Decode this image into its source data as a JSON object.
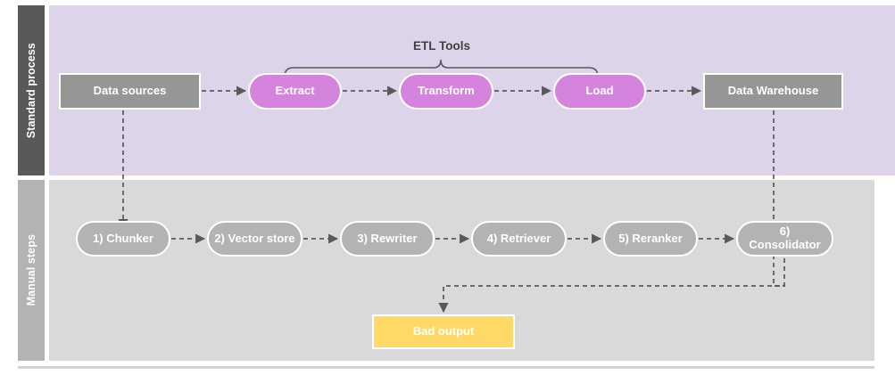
{
  "diagram": {
    "title_visible": false,
    "lanes": [
      {
        "id": "standard-process",
        "label": "Standard process",
        "band_color": "#595959",
        "body_color": "#ddd4ea"
      },
      {
        "id": "manual-steps",
        "label": "Manual steps",
        "band_color": "#b3b3b3",
        "body_color": "#d9d9d9"
      }
    ],
    "bracket": {
      "label": "ETL Tools",
      "covers": [
        "Extract",
        "Transform",
        "Load"
      ]
    },
    "top_row": [
      {
        "id": "data-sources",
        "label": "Data sources",
        "shape": "rect",
        "color": "#969696"
      },
      {
        "id": "extract",
        "label": "Extract",
        "shape": "pill",
        "color": "#d484dc"
      },
      {
        "id": "transform",
        "label": "Transform",
        "shape": "pill",
        "color": "#d484dc"
      },
      {
        "id": "load",
        "label": "Load",
        "shape": "pill",
        "color": "#d484dc"
      },
      {
        "id": "data-warehouse",
        "label": "Data Warehouse",
        "shape": "rect",
        "color": "#969696"
      }
    ],
    "bottom_row": [
      {
        "id": "chunker",
        "label": "1) Chunker",
        "shape": "pill",
        "color": "#b3b3b3"
      },
      {
        "id": "vector-store",
        "label": "2) Vector store",
        "shape": "pill",
        "color": "#b3b3b3"
      },
      {
        "id": "rewriter",
        "label": "3) Rewriter",
        "shape": "pill",
        "color": "#b3b3b3"
      },
      {
        "id": "retriever",
        "label": "4) Retriever",
        "shape": "pill",
        "color": "#b3b3b3"
      },
      {
        "id": "reranker",
        "label": "5) Reranker",
        "shape": "pill",
        "color": "#b3b3b3"
      },
      {
        "id": "consolidator",
        "label": "6) Consolidator",
        "shape": "pill",
        "color": "#b3b3b3"
      }
    ],
    "output": {
      "id": "bad-output",
      "label": "Bad output",
      "shape": "rect",
      "color": "#ffd966"
    },
    "connector_color": "#595959",
    "connector_style": "dashed-arrow"
  }
}
